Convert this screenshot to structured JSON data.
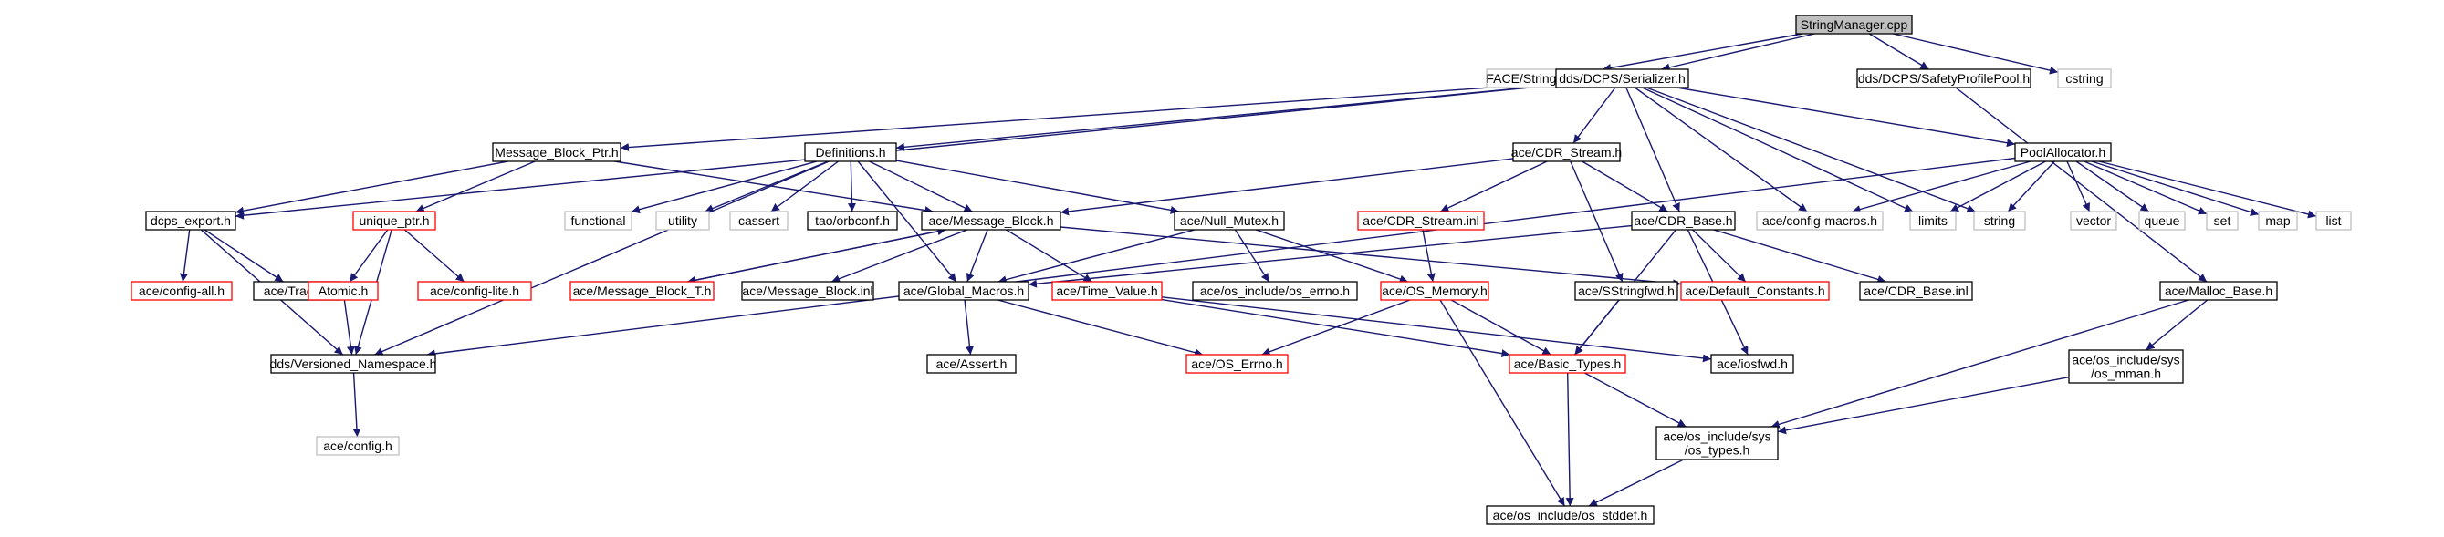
{
  "colors": {
    "edge": "#191970",
    "normal_border": "#000000",
    "missing_border": "#bfbfbf",
    "incomplete_border": "#ff0000",
    "root_fill": "#bfbfbf"
  },
  "nodes": [
    {
      "id": "root",
      "label": "StringManager.cpp",
      "kind": "root"
    },
    {
      "id": "face_sm",
      "label": "FACE/StringManager.h",
      "kind": "gray"
    },
    {
      "id": "serializer",
      "label": "dds/DCPS/Serializer.h",
      "kind": "normal"
    },
    {
      "id": "safety",
      "label": "dds/DCPS/SafetyProfilePool.h",
      "kind": "normal"
    },
    {
      "id": "cstring",
      "label": "cstring",
      "kind": "gray"
    },
    {
      "id": "mbptr",
      "label": "Message_Block_Ptr.h",
      "kind": "normal"
    },
    {
      "id": "definitions",
      "label": "Definitions.h",
      "kind": "normal"
    },
    {
      "id": "cdr_stream",
      "label": "ace/CDR_Stream.h",
      "kind": "normal"
    },
    {
      "id": "poolalloc",
      "label": "PoolAllocator.h",
      "kind": "normal"
    },
    {
      "id": "dcps_export",
      "label": "dcps_export.h",
      "kind": "normal"
    },
    {
      "id": "unique_ptr",
      "label": "unique_ptr.h",
      "kind": "red"
    },
    {
      "id": "functional",
      "label": "functional",
      "kind": "gray"
    },
    {
      "id": "utility",
      "label": "utility",
      "kind": "gray"
    },
    {
      "id": "cassert",
      "label": "cassert",
      "kind": "gray"
    },
    {
      "id": "orbconf",
      "label": "tao/orbconf.h",
      "kind": "normal"
    },
    {
      "id": "message_block",
      "label": "ace/Message_Block.h",
      "kind": "normal"
    },
    {
      "id": "null_mutex",
      "label": "ace/Null_Mutex.h",
      "kind": "normal"
    },
    {
      "id": "cdr_stream_inl",
      "label": "ace/CDR_Stream.inl",
      "kind": "red"
    },
    {
      "id": "cdr_base",
      "label": "ace/CDR_Base.h",
      "kind": "normal"
    },
    {
      "id": "config_macros",
      "label": "ace/config-macros.h",
      "kind": "gray"
    },
    {
      "id": "limits",
      "label": "limits",
      "kind": "gray"
    },
    {
      "id": "string",
      "label": "string",
      "kind": "gray"
    },
    {
      "id": "vector",
      "label": "vector",
      "kind": "gray"
    },
    {
      "id": "queue",
      "label": "queue",
      "kind": "gray"
    },
    {
      "id": "set",
      "label": "set",
      "kind": "gray"
    },
    {
      "id": "map",
      "label": "map",
      "kind": "gray"
    },
    {
      "id": "list",
      "label": "list",
      "kind": "gray"
    },
    {
      "id": "config_all",
      "label": "ace/config-all.h",
      "kind": "red"
    },
    {
      "id": "trace",
      "label": "ace/Trace.h",
      "kind": "normal"
    },
    {
      "id": "atomic",
      "label": "Atomic.h",
      "kind": "red"
    },
    {
      "id": "config_lite",
      "label": "ace/config-lite.h",
      "kind": "red"
    },
    {
      "id": "mb_t",
      "label": "ace/Message_Block_T.h",
      "kind": "red"
    },
    {
      "id": "mb_inl",
      "label": "ace/Message_Block.inl",
      "kind": "normal"
    },
    {
      "id": "global_macros",
      "label": "ace/Global_Macros.h",
      "kind": "normal"
    },
    {
      "id": "time_value",
      "label": "ace/Time_Value.h",
      "kind": "red"
    },
    {
      "id": "os_errno_h",
      "label": "ace/os_include/os_errno.h",
      "kind": "normal"
    },
    {
      "id": "os_memory",
      "label": "ace/OS_Memory.h",
      "kind": "red"
    },
    {
      "id": "sstringfwd",
      "label": "ace/SStringfwd.h",
      "kind": "normal"
    },
    {
      "id": "default_constants",
      "label": "ace/Default_Constants.h",
      "kind": "red"
    },
    {
      "id": "cdr_base_inl",
      "label": "ace/CDR_Base.inl",
      "kind": "normal"
    },
    {
      "id": "malloc_base",
      "label": "ace/Malloc_Base.h",
      "kind": "normal"
    },
    {
      "id": "versioned_ns",
      "label": "dds/Versioned_Namespace.h",
      "kind": "normal"
    },
    {
      "id": "assert",
      "label": "ace/Assert.h",
      "kind": "normal"
    },
    {
      "id": "os_errno",
      "label": "ace/OS_Errno.h",
      "kind": "red"
    },
    {
      "id": "basic_types",
      "label": "ace/Basic_Types.h",
      "kind": "red"
    },
    {
      "id": "iosfwd",
      "label": "ace/iosfwd.h",
      "kind": "normal"
    },
    {
      "id": "os_mman",
      "label": "ace/os_include/sys\n/os_mman.h",
      "kind": "normal"
    },
    {
      "id": "config_h",
      "label": "ace/config.h",
      "kind": "gray"
    },
    {
      "id": "os_types",
      "label": "ace/os_include/sys\n/os_types.h",
      "kind": "normal"
    },
    {
      "id": "os_stddef",
      "label": "ace/os_include/os_stddef.h",
      "kind": "normal"
    }
  ],
  "edges": [
    [
      "root",
      "face_sm"
    ],
    [
      "root",
      "serializer"
    ],
    [
      "root",
      "safety"
    ],
    [
      "root",
      "cstring"
    ],
    [
      "serializer",
      "mbptr"
    ],
    [
      "serializer",
      "definitions"
    ],
    [
      "serializer",
      "cdr_stream"
    ],
    [
      "serializer",
      "poolalloc"
    ],
    [
      "serializer",
      "dcps_export"
    ],
    [
      "serializer",
      "cdr_base"
    ],
    [
      "serializer",
      "config_macros"
    ],
    [
      "serializer",
      "limits"
    ],
    [
      "serializer",
      "string"
    ],
    [
      "safety",
      "malloc_base"
    ],
    [
      "mbptr",
      "dcps_export"
    ],
    [
      "mbptr",
      "unique_ptr"
    ],
    [
      "mbptr",
      "message_block"
    ],
    [
      "definitions",
      "functional"
    ],
    [
      "definitions",
      "utility"
    ],
    [
      "definitions",
      "cassert"
    ],
    [
      "definitions",
      "orbconf"
    ],
    [
      "definitions",
      "message_block"
    ],
    [
      "definitions",
      "null_mutex"
    ],
    [
      "definitions",
      "versioned_ns"
    ],
    [
      "definitions",
      "global_macros"
    ],
    [
      "cdr_stream",
      "message_block"
    ],
    [
      "cdr_stream",
      "cdr_stream_inl"
    ],
    [
      "cdr_stream",
      "cdr_base"
    ],
    [
      "cdr_stream",
      "sstringfwd"
    ],
    [
      "poolalloc",
      "config_macros"
    ],
    [
      "poolalloc",
      "limits"
    ],
    [
      "poolalloc",
      "string"
    ],
    [
      "poolalloc",
      "vector"
    ],
    [
      "poolalloc",
      "queue"
    ],
    [
      "poolalloc",
      "set"
    ],
    [
      "poolalloc",
      "map"
    ],
    [
      "poolalloc",
      "list"
    ],
    [
      "poolalloc",
      "versioned_ns"
    ],
    [
      "dcps_export",
      "config_all"
    ],
    [
      "dcps_export",
      "trace"
    ],
    [
      "dcps_export",
      "versioned_ns"
    ],
    [
      "unique_ptr",
      "atomic"
    ],
    [
      "unique_ptr",
      "config_lite"
    ],
    [
      "unique_ptr",
      "versioned_ns"
    ],
    [
      "atomic",
      "versioned_ns"
    ],
    [
      "message_block",
      "mb_t"
    ],
    [
      "message_block",
      "mb_inl"
    ],
    [
      "message_block",
      "global_macros"
    ],
    [
      "message_block",
      "time_value"
    ],
    [
      "message_block",
      "default_constants"
    ],
    [
      "mb_t",
      "message_block"
    ],
    [
      "null_mutex",
      "global_macros"
    ],
    [
      "null_mutex",
      "os_errno_h"
    ],
    [
      "null_mutex",
      "os_memory"
    ],
    [
      "cdr_stream_inl",
      "os_memory"
    ],
    [
      "cdr_base",
      "global_macros"
    ],
    [
      "cdr_base",
      "default_constants"
    ],
    [
      "cdr_base",
      "cdr_base_inl"
    ],
    [
      "cdr_base",
      "basic_types"
    ],
    [
      "cdr_base",
      "iosfwd"
    ],
    [
      "global_macros",
      "assert"
    ],
    [
      "global_macros",
      "os_errno"
    ],
    [
      "time_value",
      "basic_types"
    ],
    [
      "time_value",
      "iosfwd"
    ],
    [
      "os_memory",
      "os_errno"
    ],
    [
      "os_memory",
      "basic_types"
    ],
    [
      "os_memory",
      "os_stddef"
    ],
    [
      "sstringfwd",
      "basic_types"
    ],
    [
      "malloc_base",
      "os_mman"
    ],
    [
      "malloc_base",
      "os_types"
    ],
    [
      "os_mman",
      "os_types"
    ],
    [
      "versioned_ns",
      "config_h"
    ],
    [
      "basic_types",
      "os_types"
    ],
    [
      "basic_types",
      "os_stddef"
    ],
    [
      "os_types",
      "os_stddef"
    ]
  ]
}
